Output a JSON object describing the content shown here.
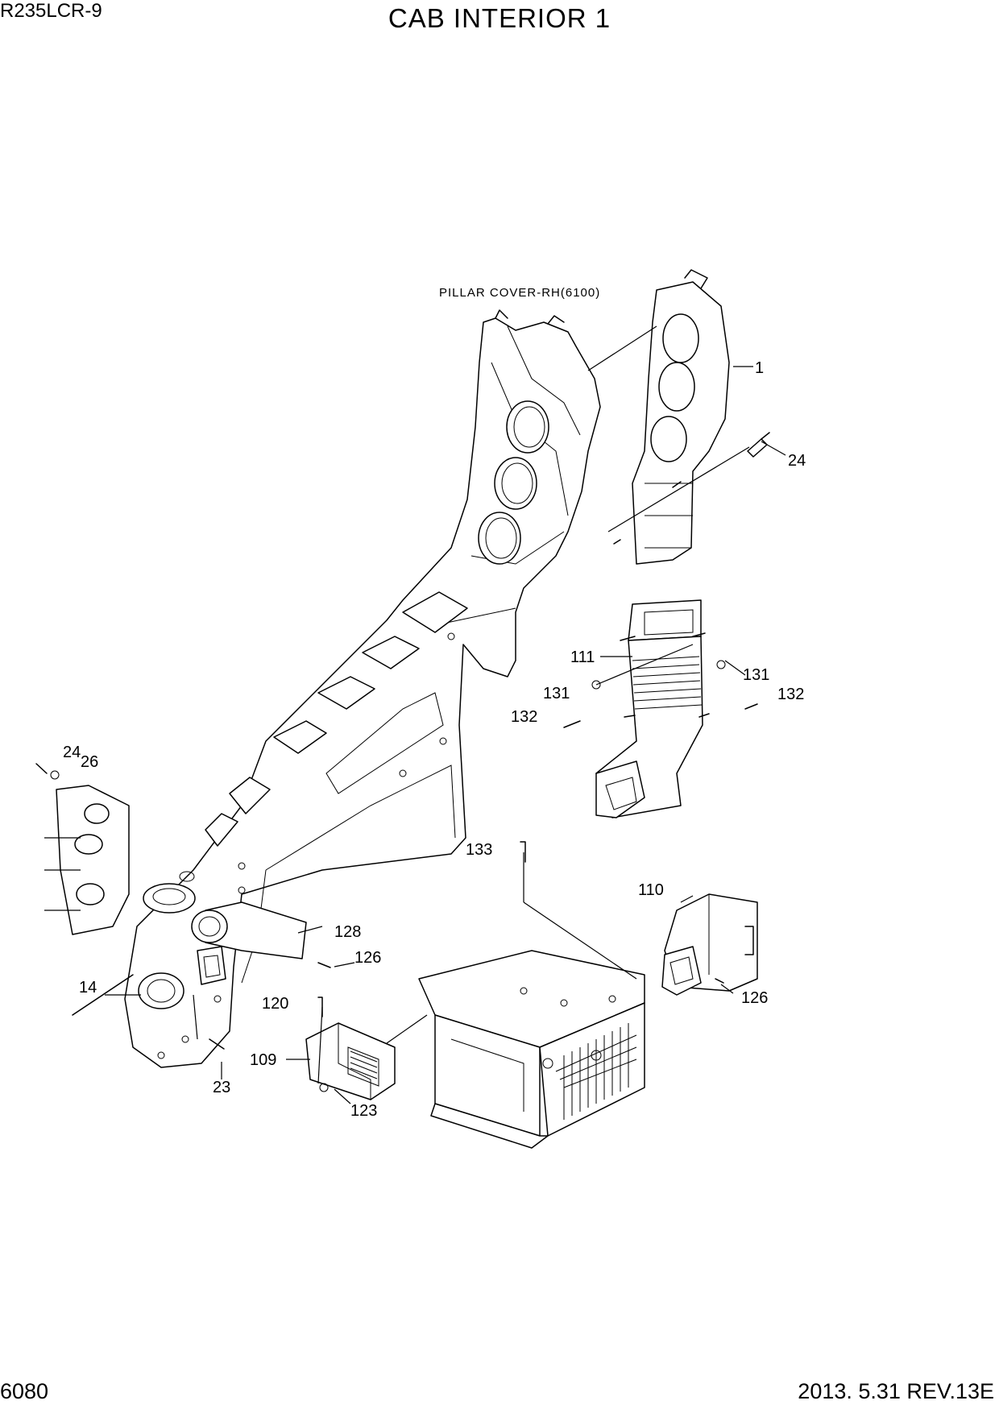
{
  "header": {
    "model": "R235LCR-9",
    "title": "CAB INTERIOR 1"
  },
  "footer": {
    "page": "6080",
    "revision": "2013. 5.31  REV.13E"
  },
  "note": "PILLAR COVER-RH(6100)",
  "callouts": [
    {
      "id": "c1",
      "text": "1"
    },
    {
      "id": "c24a",
      "text": "24"
    },
    {
      "id": "c111",
      "text": "111"
    },
    {
      "id": "c131a",
      "text": "131"
    },
    {
      "id": "c132a",
      "text": "132"
    },
    {
      "id": "c131b",
      "text": "131"
    },
    {
      "id": "c132b",
      "text": "132"
    },
    {
      "id": "c24b",
      "text": "24"
    },
    {
      "id": "c26",
      "text": "26"
    },
    {
      "id": "c133",
      "text": "133"
    },
    {
      "id": "c110",
      "text": "110"
    },
    {
      "id": "c128",
      "text": "128"
    },
    {
      "id": "c126a",
      "text": "126"
    },
    {
      "id": "c126b",
      "text": "126"
    },
    {
      "id": "c14",
      "text": "14"
    },
    {
      "id": "c120",
      "text": "120"
    },
    {
      "id": "c109",
      "text": "109"
    },
    {
      "id": "c23",
      "text": "23"
    },
    {
      "id": "c123",
      "text": "123"
    }
  ]
}
